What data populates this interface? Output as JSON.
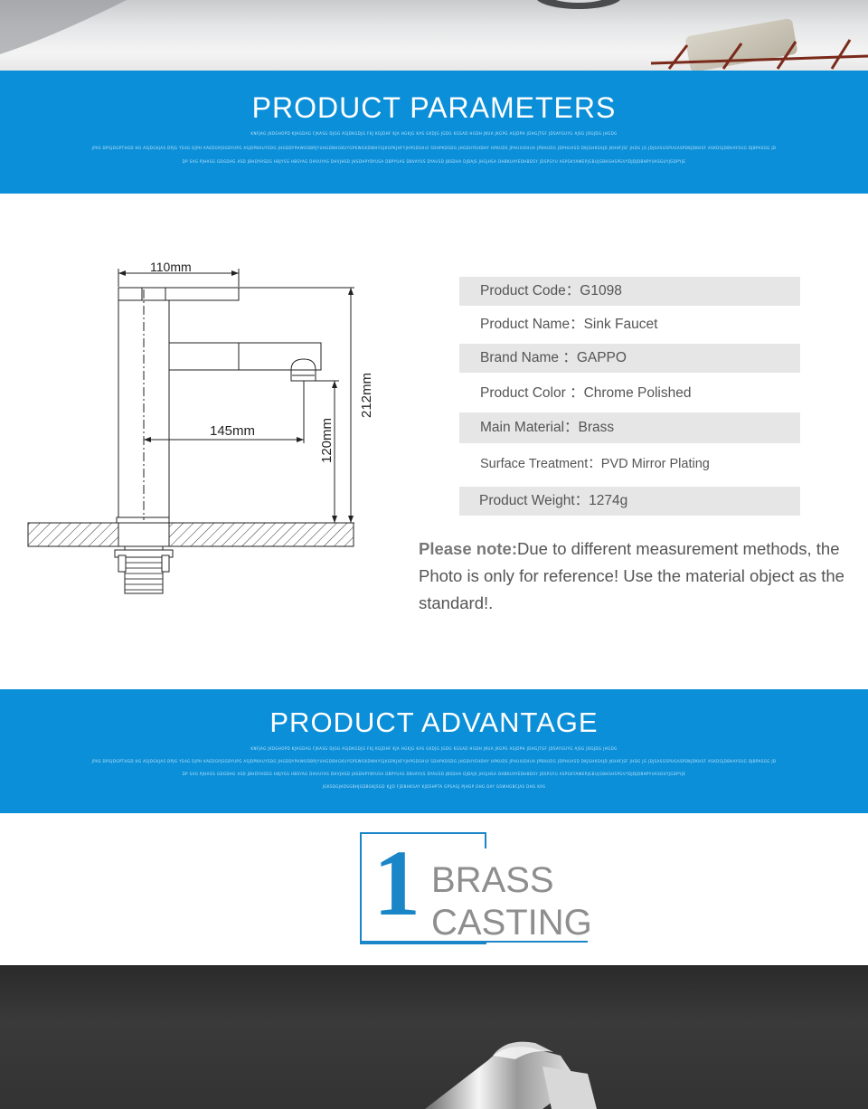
{
  "banner_parameters": {
    "title": "PRODUCT PARAMETERS",
    "filler": [
      "KNFJAG JKDGHOPD KJHGDAG FJKASG DJGG ASJDKGDJG FKJ KGJDHF KJA HGKJG KAS GKDJG JGDG KGSAD HGDH JKUA JKGPG ASJDPH JDHGJTGF JDSAYGUYG AJSG JDGJDG JHGDG",
      "JPAS DPGJDGPTHGD HG ASJDGKJAS DPJG YSAG DJPH KAEDGPJSGDYUPG ASJDPKHUYSDG JHGDDYPHWODBPJYUHGDBHGKUYGPEWGKDWHYGJKGPKJHFYJHPGDSHUI SDHPKDSDG JHGDUYEHDHY HPKUDS JPHUIUEHUA JPBHUDG JDPHUASD DKJGHKSAJD JKHHFJSF JHDG JG JDJSASGSPUGASPDKJDKHSF ASKDGJDBHAYSUG DJBPASGG JD",
      "DP SAG PJHASG GDGDHG ASD JBHDYHSDG HBJYSG HBSYAG DHVUYAS DHVJHSD JHSDHPYBYUSA DBPYUAS DBVAYUS DYAUSD JBSDHA DJBAJS JHGJHSA DHBKUAYEDHBDSY JDSPGYU ASPGKYAWEPJGBUJGBHGHSPGVYDJDJDBHPYUASGUYJGDPYJE"
    ]
  },
  "params": [
    {
      "label": "Product Code：G1098",
      "shaded": true
    },
    {
      "label": "Product Name：Sink Faucet",
      "shaded": false
    },
    {
      "label": "Brand Name ：GAPPO",
      "shaded": true
    },
    {
      "label": "Product Color ：Chrome Polished",
      "shaded": false
    },
    {
      "label": "Main Material：Brass",
      "shaded": true
    },
    {
      "label": "Surface Treatment：PVD Mirror Plating",
      "shaded": false
    },
    {
      "label": "Product Weight：1274g",
      "shaded": true
    }
  ],
  "diagram": {
    "dim_top": "110mm",
    "dim_reach": "145mm",
    "dim_height": "212mm",
    "dim_spout": "120mm"
  },
  "note": {
    "bold": "Please note:",
    "text": "Due to different measurement methods, the Photo is only for reference! Use the material object as the standard!."
  },
  "banner_advantage": {
    "title": "PRODUCT ADVANTAGE",
    "filler": [
      "KNFJAG JKDGHOPD KJHGDAG FJKASG DJGG ASJDKGDJG FKJ KGJDHF KJA HGKJG KAS GKDJG JGDG KGSAD HGDH JKUA JKGPG ASJDPH JDHGJTGF JDSAYGUYG AJSG JDGJDG JHGDG",
      "JPAS DPGJDGPTHGD HG ASJDGKJAS DPJG YSAG DJPH KAEDGPJSGDYUPG ASJDPKHUYSDG JHGDDYPHWODBPJYUHGDBHGKUYGPEWGKDWHYGJKGPKJHFYJHPGDSHUI SDHPKDSDG JHGDUYEHDHY HPKUDS JPHUIUEHUA JPBHUDG JDPHUASD DKJGHKSAJD JKHHFJSF JHDG JG JDJSASGSPUGASPDKJDKHSF ASKDGJDBHAYSUG DJBPASGG JD",
      "DP SAG PJHASG GDGDHG ASD JBHDYHSDG HBJYSG HBSYAG DHVUYAS DHVJHSD JHSDHPYBYUSA DBPYUAS DBVAYUS DYAUSD JBSDHA DJBAJS JHGJHSA DHBKUAYEDHBDSY JDSPGYU ASPGKYAWEPJGBUJGBHGHSPGVYDJDJDBHPYUASGUYJGDPYJE",
      "JGKSDGJHDSGBHJGDBGKJSGD KJJD FJDBHKSAY KJDSHPTA GPSAGJ PJHGP DHG DAY GSWHGBCJAS DHG KAS"
    ]
  },
  "brass": {
    "number": "1",
    "line1": "BRASS",
    "line2": "CASTING"
  },
  "colors": {
    "banner_blue": "#0b8fd8",
    "accent_blue": "#1a86c8",
    "row_shade": "#e6e6e7"
  }
}
